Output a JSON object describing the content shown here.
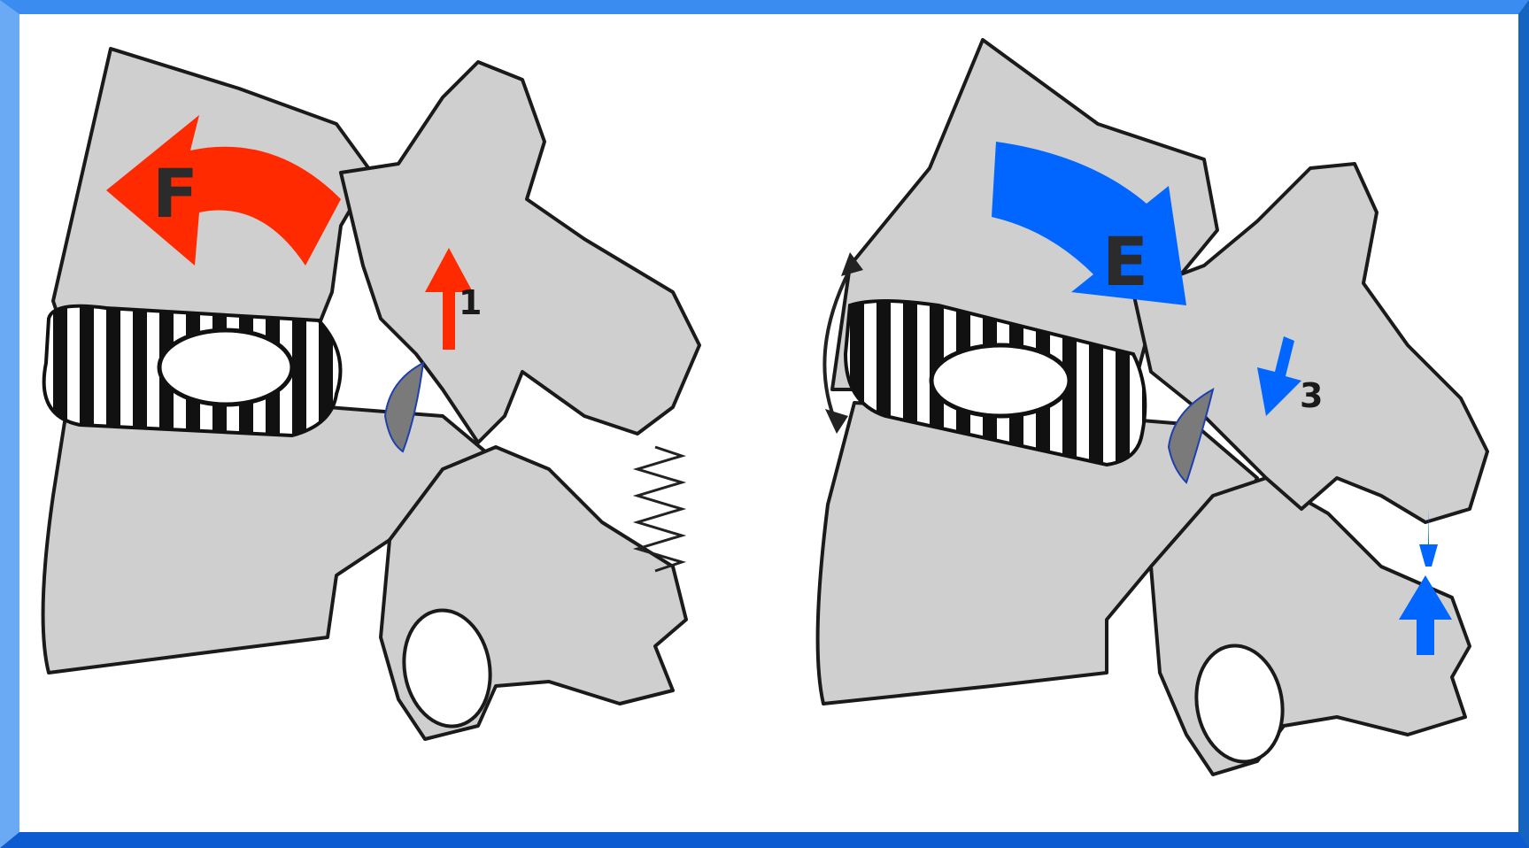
{
  "left_panel": {
    "motion_label": "F",
    "detail_label": "1",
    "arrow_color": "#ff2a00"
  },
  "right_panel": {
    "motion_label": "E",
    "detail_label": "3",
    "arrow_color": "#0066ff"
  },
  "colors": {
    "bone": "#cfcfcf",
    "outline": "#1a1a1a",
    "facet": "#7a7a7a",
    "frame": "#1565c0"
  },
  "icons": [
    "flexion-arrow-icon",
    "extension-arrow-icon",
    "double-headed-arrow-icon",
    "ligament-spring-icon",
    "compression-arrows-icon"
  ]
}
